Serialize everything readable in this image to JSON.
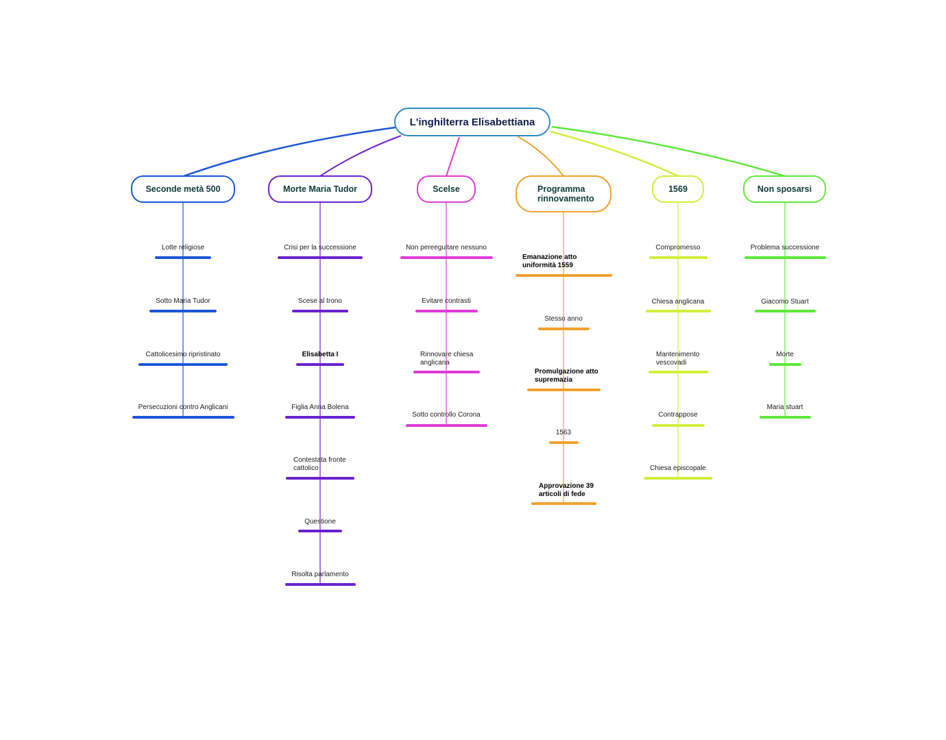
{
  "root": {
    "label": "L'inghilterra Elisabettiana"
  },
  "branches": [
    {
      "id": "seconde-meta-500",
      "label": "Seconde metà 500",
      "color": "#1c56d8",
      "children": [
        "Lotte religiose",
        "Sotto Maria Tudor",
        "Cattolicesimo ripristinato",
        "Persecuzioni contro Anglicani"
      ]
    },
    {
      "id": "morte-maria-tudor",
      "label": "Morte Maria Tudor",
      "color": "#6a22cf",
      "children": [
        "Crisi per la successione",
        "Scese al trono",
        "Elisabetta I",
        "Figlia Anna Bolena",
        "Contestata fronte cattolico",
        "Questione",
        "Risolta parlamento"
      ]
    },
    {
      "id": "scelse",
      "label": "Scelse",
      "color": "#e03ad8",
      "children": [
        "Non pereeguitare nessuno",
        "Evitare contrasti",
        "Rinnovare chiesa anglicana",
        "Sotto controllo Corona"
      ]
    },
    {
      "id": "programma-rinnovamento",
      "label": "Programma rinnovamento",
      "color": "#f2a12e",
      "children": [
        "Emanazione atto uniformità 1559",
        "Stesso anno",
        "Promulgazione atto supremazia",
        "1563",
        "Approvazione 39 articoli di fede"
      ]
    },
    {
      "id": "1569",
      "label": "1569",
      "color": "#d2ee3a",
      "children": [
        "Compromesso",
        "Chiesa anglicana",
        "Mantenimento vescovadi",
        "Contrappose",
        "Chiesa episcopale"
      ]
    },
    {
      "id": "non-sposarsi",
      "label": "Non sposarsi",
      "color": "#5ee83a",
      "children": [
        "Problema successione",
        "Giacomo Stuart",
        "Morte",
        "Maria stuart"
      ]
    }
  ]
}
